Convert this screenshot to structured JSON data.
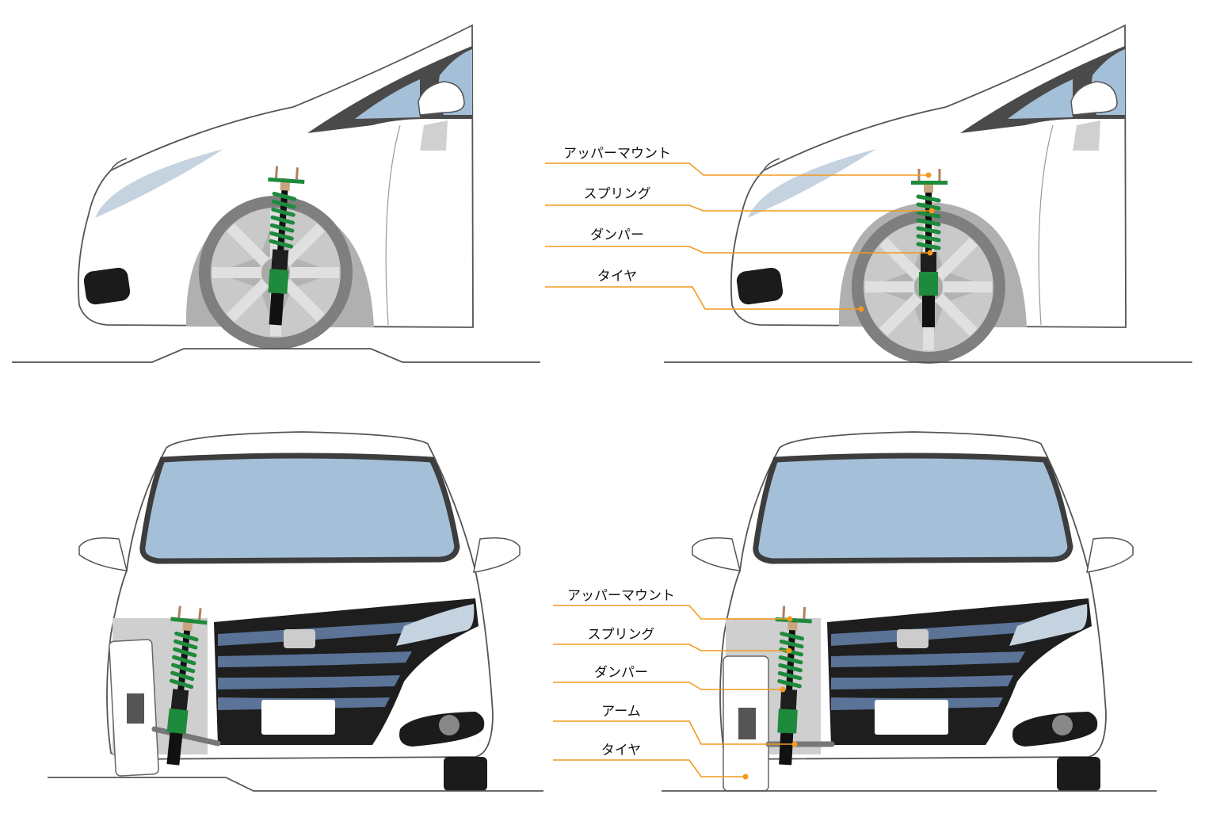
{
  "diagram": {
    "top_right_labels": [
      "アッパーマウント",
      "スプリング",
      "ダンパー",
      "タイヤ"
    ],
    "bottom_right_labels": [
      "アッパーマウント",
      "スプリング",
      "ダンパー",
      "アーム",
      "タイヤ"
    ]
  },
  "colors": {
    "leader": "#f39a1e",
    "coilover_green": "#1e8a3c",
    "glass_blue": "#a4bfd8",
    "tire_gray": "#7f7f7f",
    "body_outline": "#555555"
  }
}
